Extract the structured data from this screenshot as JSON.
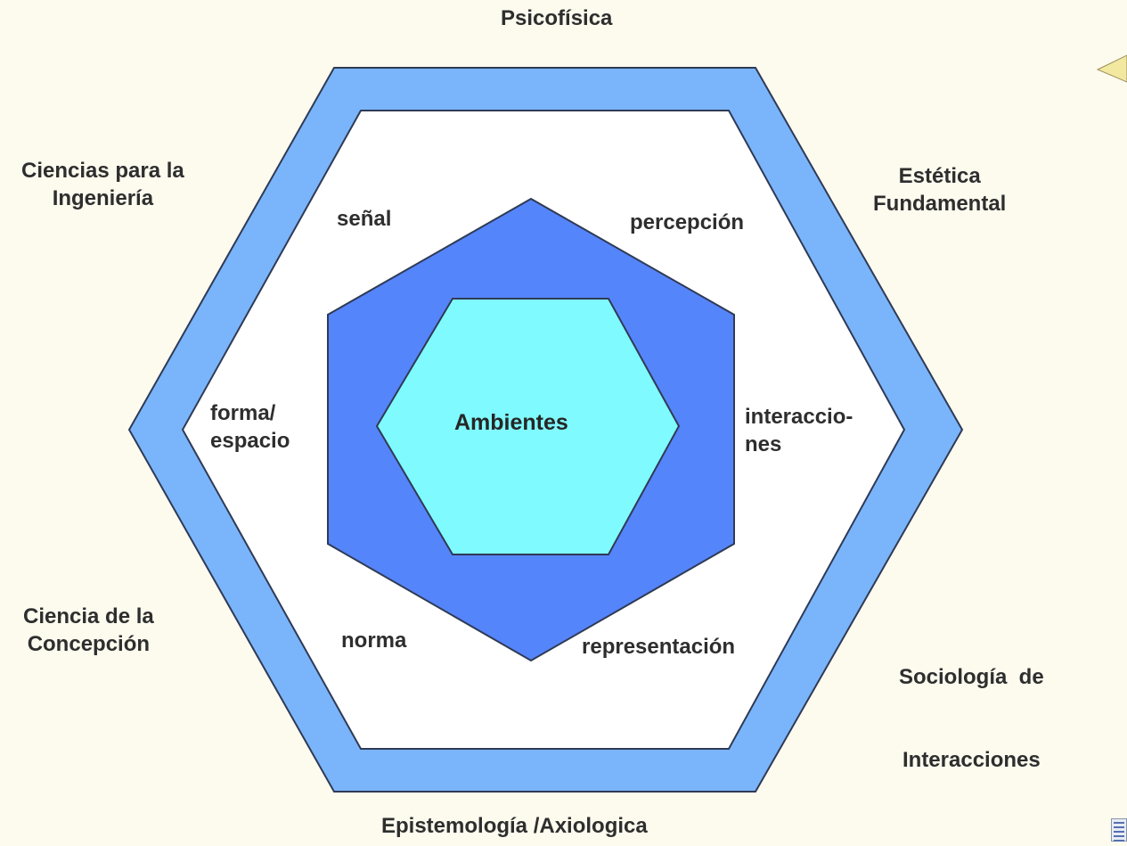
{
  "colors": {
    "background": "#fdfaee",
    "outer_ring": "#7ab5fb",
    "inner_field": "#ffffff",
    "middle_hexagon": "#5585fa",
    "core_hexagon": "#7ffafe",
    "edge": "#2f3a55",
    "pointer": "#f3e8a0"
  },
  "outer_labels": {
    "top": "Psicofísica",
    "upper_left": [
      "Ciencias para la",
      "Ingeniería"
    ],
    "upper_right": [
      "Estética",
      "Fundamental"
    ],
    "lower_left": [
      "Ciencia de la",
      "Concepción"
    ],
    "lower_right": [
      "Sociología  de",
      "Interacciones"
    ],
    "bottom": "Epistemología /Axiologica"
  },
  "ring_labels": {
    "senal": "señal",
    "percepcion": "percepción",
    "forma_espacio": [
      "forma/",
      "espacio"
    ],
    "interacciones": [
      "interaccio-",
      "nes"
    ],
    "norma": "norma",
    "representacion": "representación"
  },
  "center": {
    "label": "Ambientes"
  },
  "decorations": {
    "pointer_icon": "speech-pointer-icon",
    "corner_icon": "document-icon"
  }
}
